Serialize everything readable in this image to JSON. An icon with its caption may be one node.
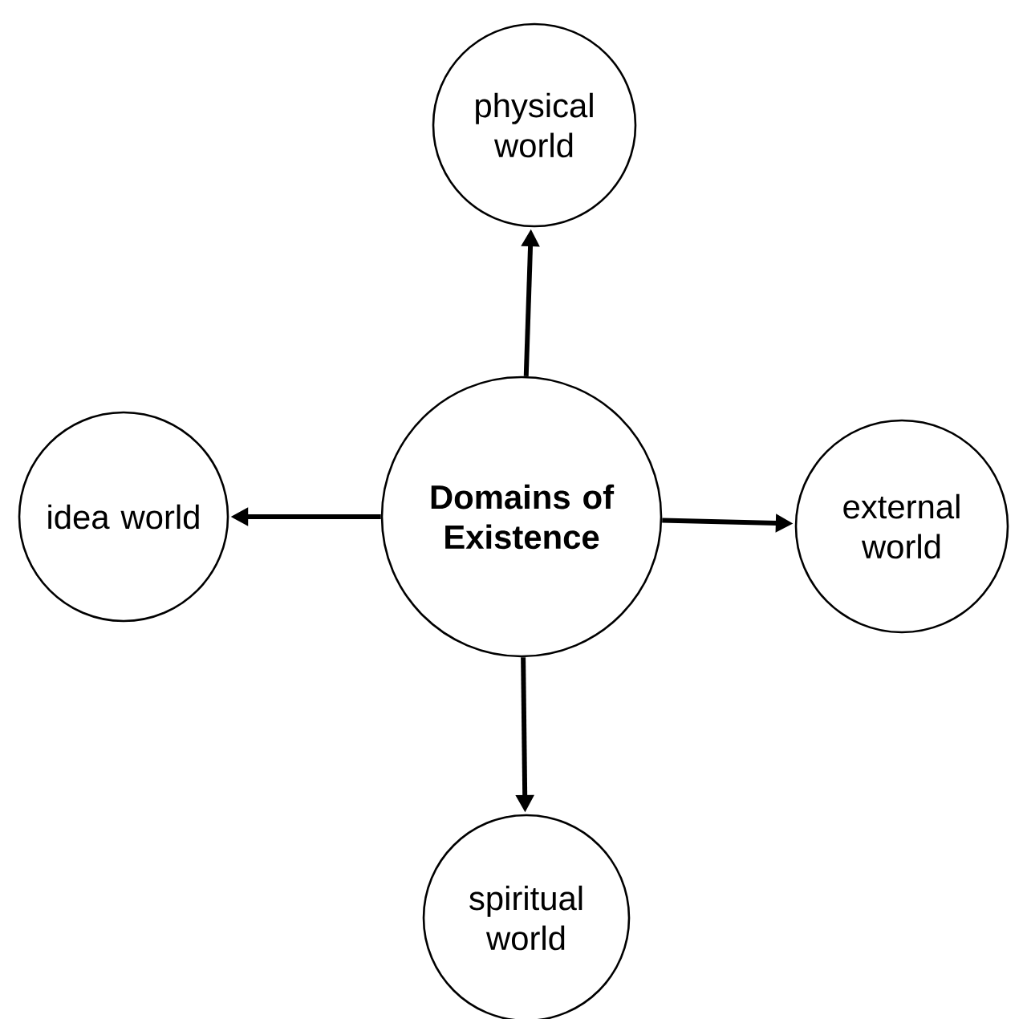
{
  "diagram": {
    "nodes": [
      {
        "text": [
          "Domains of Existence"
        ]
      },
      {
        "text": [
          "physical world"
        ]
      },
      {
        "text": [
          "idea world"
        ]
      },
      {
        "text": [
          "external world"
        ]
      },
      {
        "text": [
          "spiritual world"
        ]
      }
    ],
    "edges": [
      {
        "from": 0,
        "to": 1,
        "arrow": "to"
      },
      {
        "from": 0,
        "to": 2,
        "arrow": "to"
      },
      {
        "from": 0,
        "to": 3,
        "arrow": "to"
      },
      {
        "from": 0,
        "to": 4,
        "arrow": "to"
      }
    ]
  }
}
